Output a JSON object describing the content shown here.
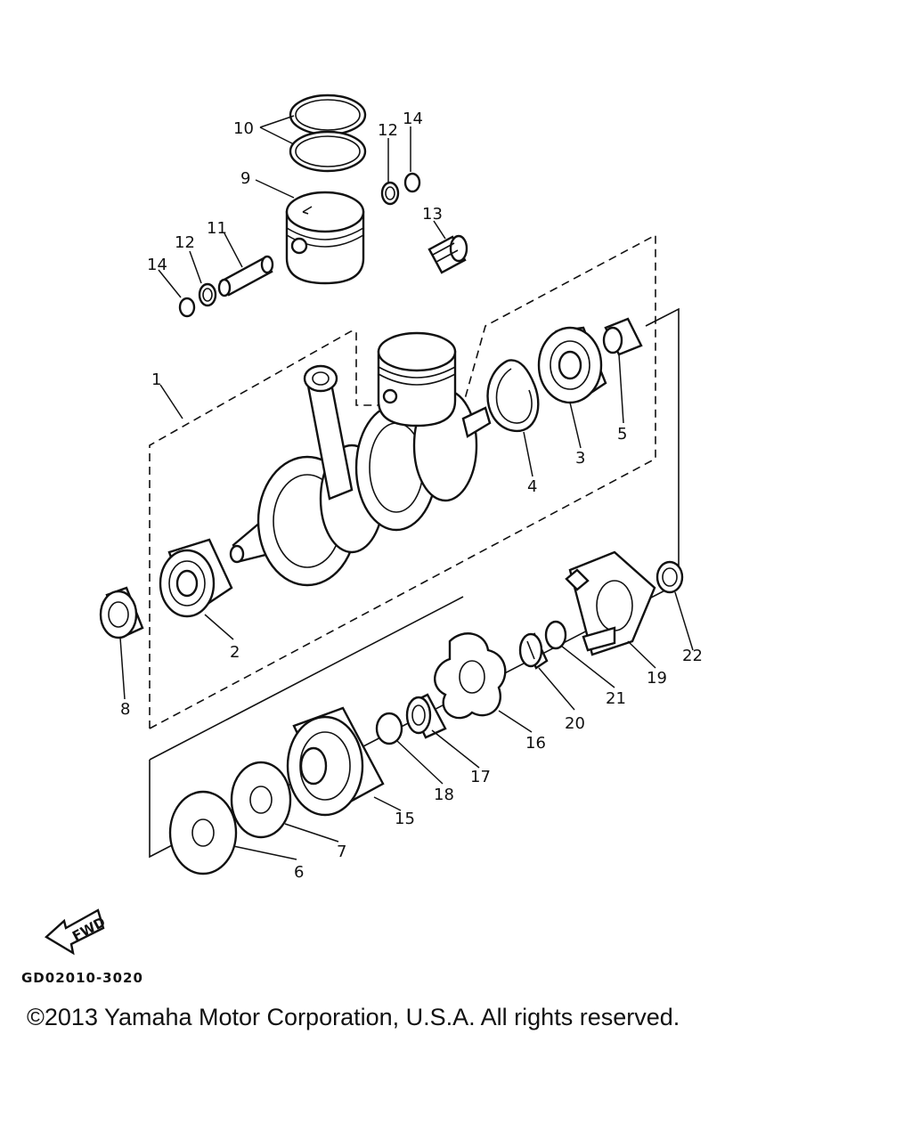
{
  "diagram": {
    "callouts": {
      "p1": "1",
      "p2": "2",
      "p3": "3",
      "p4": "4",
      "p5": "5",
      "p6": "6",
      "p7": "7",
      "p8": "8",
      "p9": "9",
      "p10": "10",
      "p11": "11",
      "p12a": "12",
      "p12b": "12",
      "p13": "13",
      "p14a": "14",
      "p14b": "14",
      "p15": "15",
      "p16": "16",
      "p17": "17",
      "p18": "18",
      "p19": "19",
      "p20": "20",
      "p21": "21",
      "p22": "22"
    },
    "fwd_label": "FWD",
    "diagram_code": "GD02010-3020"
  },
  "footer": {
    "copyright": "©2013 Yamaha Motor Corporation, U.S.A. All rights reserved."
  }
}
